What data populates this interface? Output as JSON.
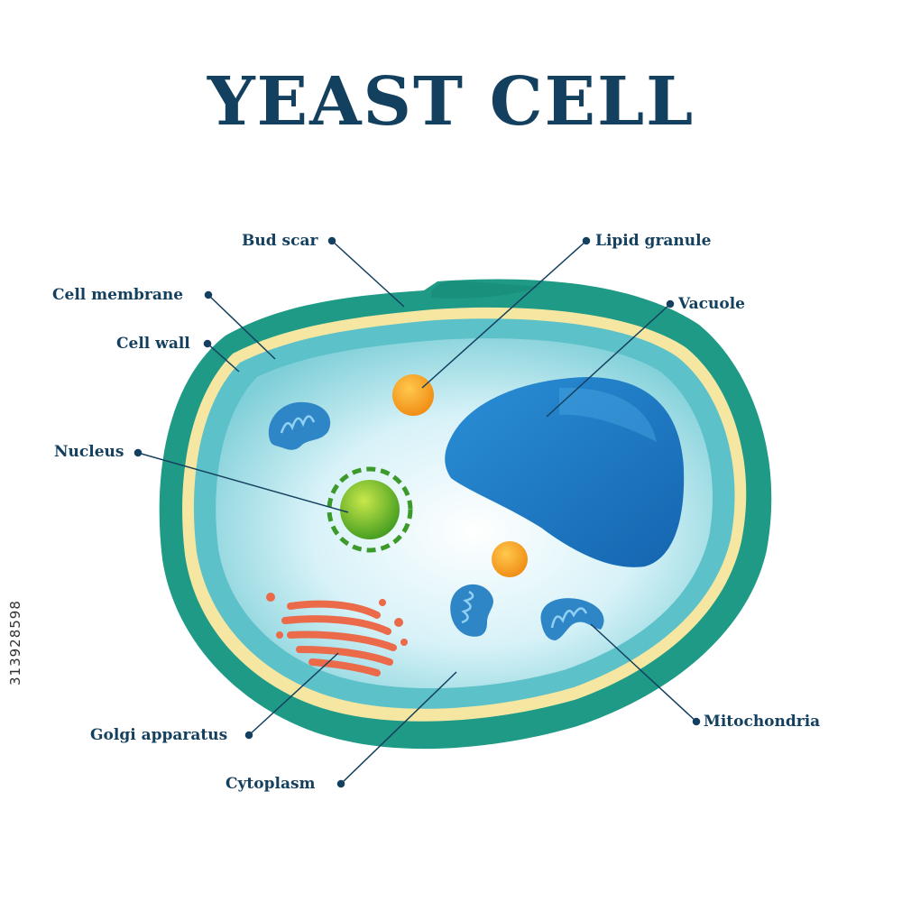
{
  "title": "YEAST CELL",
  "labels": {
    "bud_scar": "Bud scar",
    "cell_membrane": "Cell membrane",
    "cell_wall": "Cell wall",
    "nucleus": "Nucleus",
    "golgi_apparatus": "Golgi apparatus",
    "cytoplasm": "Cytoplasm",
    "lipid_granule": "Lipid granule",
    "vacuole": "Vacuole",
    "mitochondria": "Mitochondria"
  },
  "stock_id": "313928598",
  "colors": {
    "text": "#14405f",
    "cell_wall": "#1e9a86",
    "membrane": "#f5e7a2",
    "cytoplasm": "#c9eef5",
    "vacuole": "#1f7ec6",
    "nucleus": "#7fbf2a",
    "lipid_granule": "#f5a623",
    "mitochondria": "#2f86c6",
    "golgi": "#ea6a4a"
  }
}
